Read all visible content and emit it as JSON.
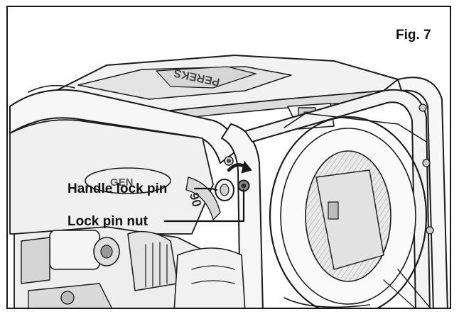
{
  "figure": {
    "number_label": "Fig. 7",
    "callouts": {
      "handle_lock_pin": "Handle lock pin",
      "lock_pin_nut": "Lock pin nut"
    }
  },
  "colors": {
    "line": "#1a1a1a",
    "shade_light": "#e6e6e6",
    "shade_mid": "#c9c9c9",
    "shade_dark": "#8c8c8c"
  }
}
